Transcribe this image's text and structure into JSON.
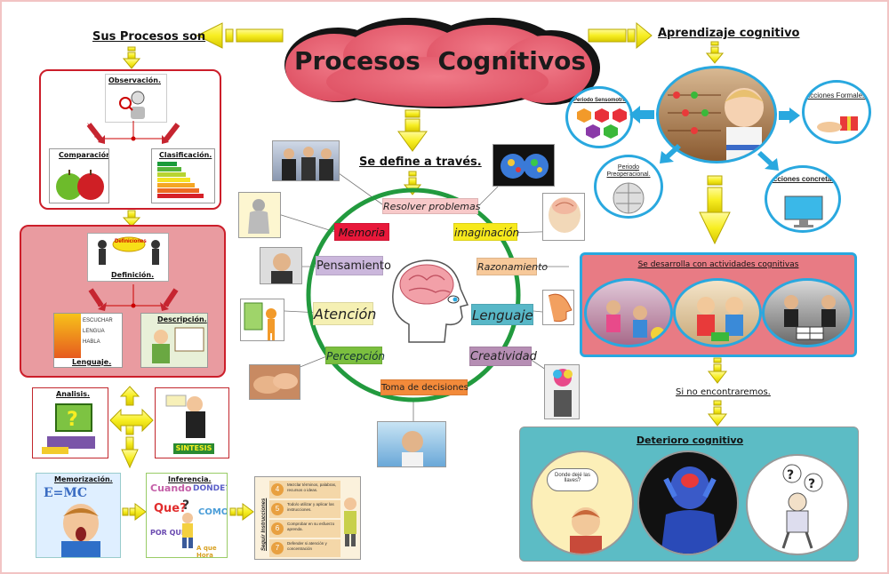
{
  "title": "Procesos  Cognitivos",
  "left": {
    "heading": "Sus Procesos son",
    "observacion": "Observación.",
    "comparacion": "Comparación.",
    "clasificacion": "Clasificación.",
    "definicion": "Definición.",
    "definiciones_sign": "Definiciones",
    "lenguaje": "Lenguaje.",
    "descripcion": "Descripción.",
    "analisis": "Analisis.",
    "sintesis": "SINTESIS",
    "memorizacion": "Memorización.",
    "memo_formula": "E=MC",
    "inferencia": "Inferencia.",
    "inferencia_words": [
      "Cuando",
      "DONDE?",
      "Que?",
      "COMO?",
      "POR QUE?",
      "A que Hora"
    ],
    "instrucciones_title": "Seguir Instrucciones",
    "instrucciones_items": [
      {
        "n": "4",
        "text": "Mezclar términos, palabras, recursos o ideas."
      },
      {
        "n": "5",
        "text": "Todo/o utilizar y aplicar las instrucciones."
      },
      {
        "n": "6",
        "text": "Comprobar en su esfuerzo aprenda."
      },
      {
        "n": "7",
        "text": "Defender si atención y concentración"
      }
    ],
    "lenguaje_card": [
      "ESCUCHAR",
      "LENGUA",
      "HABLA"
    ]
  },
  "center": {
    "se_define": "Se define a través.",
    "items": {
      "resolver": "Resolver problemas",
      "memoria": "Memoria",
      "imaginacion": "imaginación",
      "pensamiento": "Pensamiento",
      "razonamiento": "Razonamiento",
      "atencion": "Atención",
      "lenguaje": "Lenguaje",
      "percepcion": "Percepción",
      "creatividad": "Creatividad",
      "toma": "Toma de decisiones"
    }
  },
  "right": {
    "aprendizaje": "Aprendizaje cognitivo",
    "periodo_sensomotor": "Periodo Sensomotriz",
    "periodo_preoperacional": "Periodo Preoperacional.",
    "acciones_formales": "Acciones Formales.",
    "acciones_concretas": "Acciones concretas.",
    "se_desarrolla": "Se desarrolla con actividades cognitivas",
    "si_no": "Si no encontraremos.",
    "deterioro": "Deterioro cognitivo",
    "donde_deje": "Donde dejé las llaves?"
  },
  "colors": {
    "title_cloud": "#e75d6e",
    "title_cloud_shadow": "#1a1a1a",
    "arrow_yellow": "#f7ee22",
    "circle_ring": "#229a3e",
    "blue_ring": "#29a8df",
    "panel_red": "#e87b84",
    "panel_teal": "#5cbcc5"
  }
}
